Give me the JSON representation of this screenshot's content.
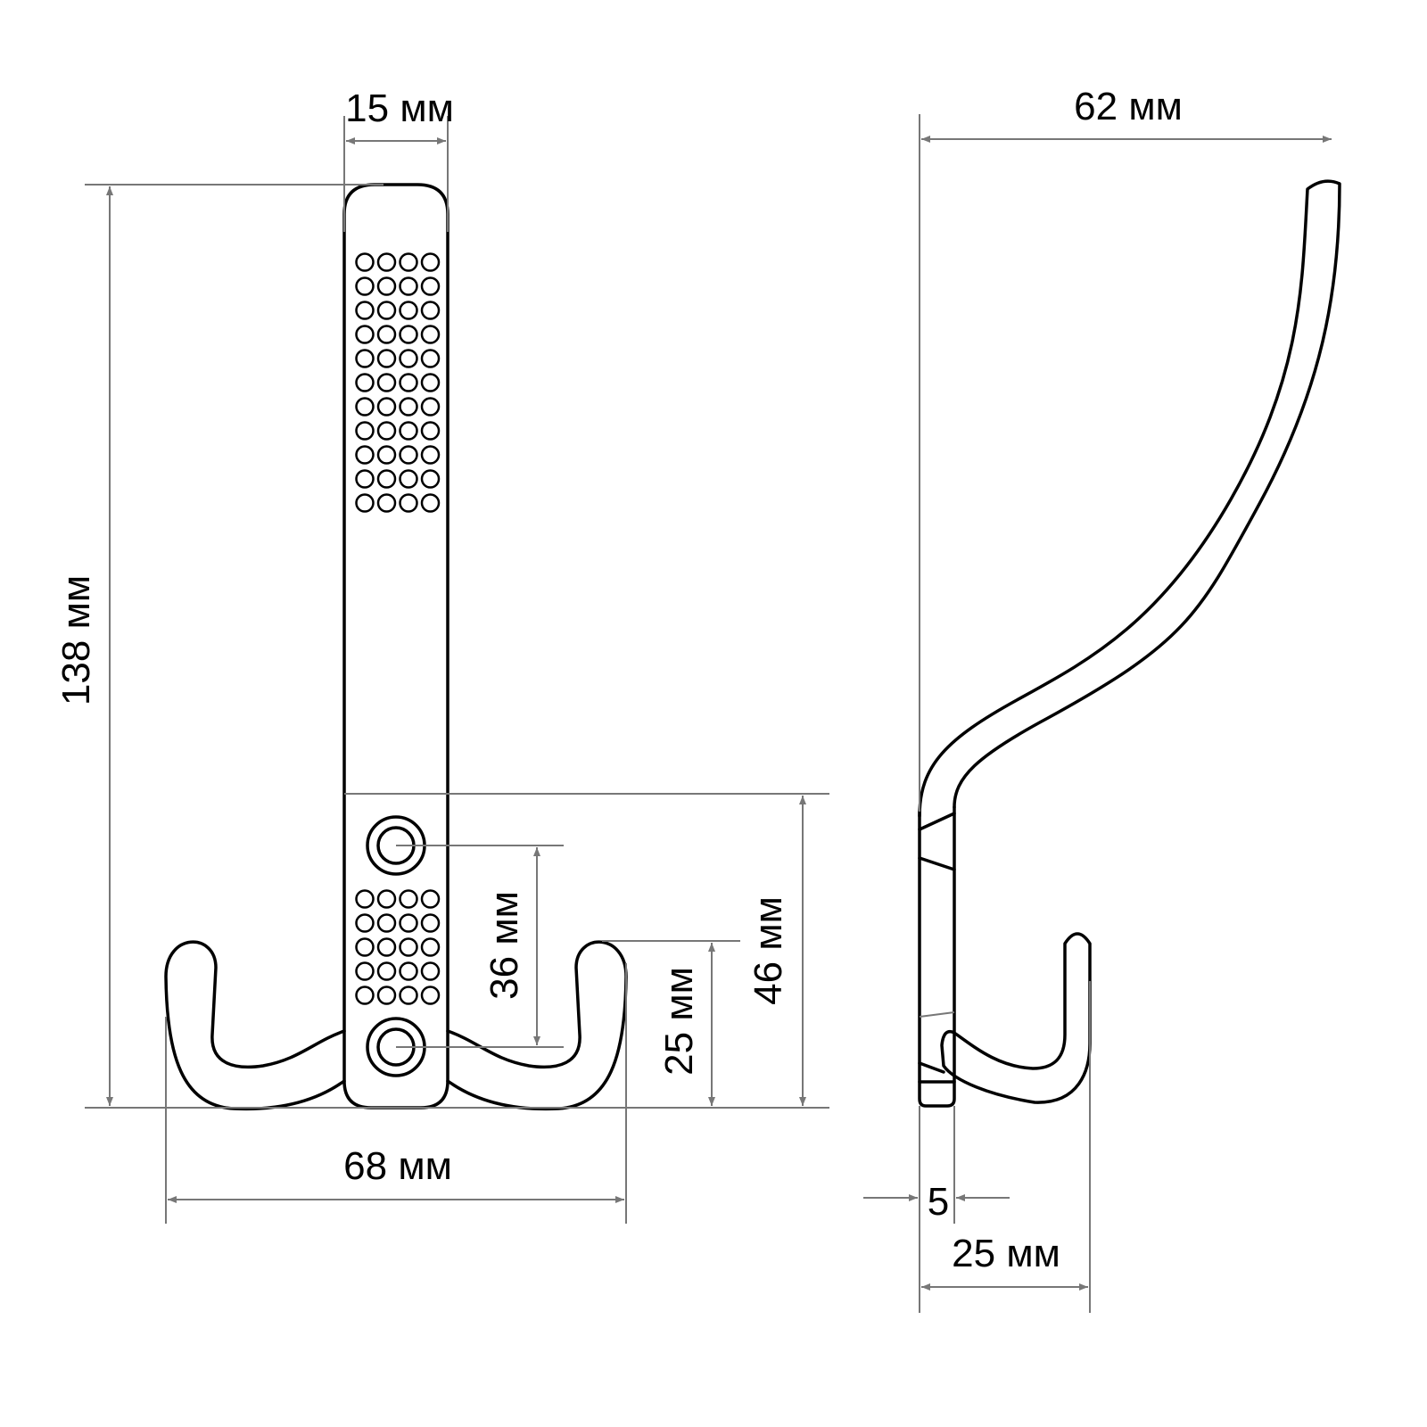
{
  "front_view": {
    "width_plate": "15 мм",
    "height_total": "138 мм",
    "hole_spacing": "36 мм",
    "hook_height": "25 мм",
    "mount_height": "46 мм",
    "width_total": "68 мм"
  },
  "side_view": {
    "depth_total": "62 мм",
    "plate_thickness": "5",
    "hook_depth": "25 мм"
  },
  "colors": {
    "line": "#000000",
    "dimension": "#777777"
  }
}
